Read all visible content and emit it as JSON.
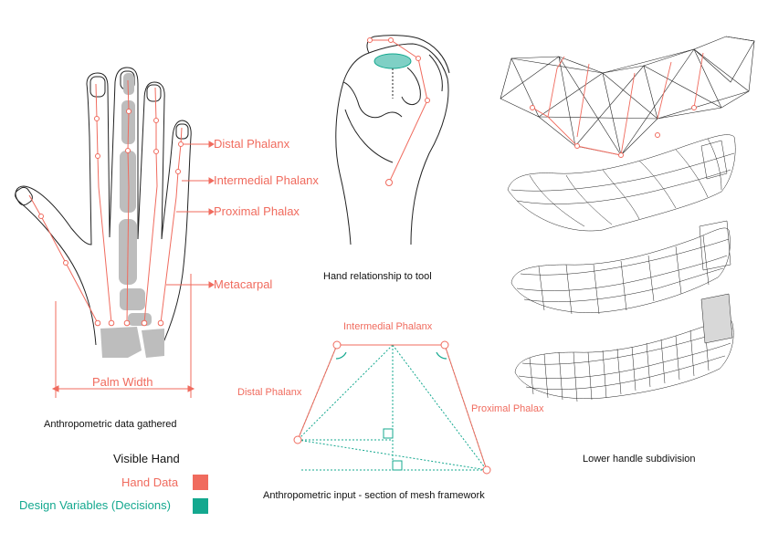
{
  "colors": {
    "hand_data": "#f06b5e",
    "design_variables": "#14a88f",
    "bone": "#bdbdbd",
    "outline": "#222222"
  },
  "hand_labels": {
    "distal": "Distal Phalanx",
    "intermedial": "Intermedial Phalanx",
    "proximal": "Proximal Phalax",
    "metacarpal": "Metacarpal",
    "palm_width": "Palm Width"
  },
  "captions": {
    "anthropometric_data": "Anthropometric data gathered",
    "hand_tool": "Hand relationship to tool",
    "mesh_input": "Anthropometric input - section of mesh framework",
    "subdivision": "Lower handle subdivision"
  },
  "mesh_labels": {
    "intermedial": "Intermedial Phalanx",
    "distal": "Distal Phalanx",
    "proximal": "Proximal Phalax"
  },
  "legend": {
    "visible_hand": "Visible Hand",
    "hand_data": "Hand Data",
    "design_variables": "Design Variables (Decisions)"
  }
}
